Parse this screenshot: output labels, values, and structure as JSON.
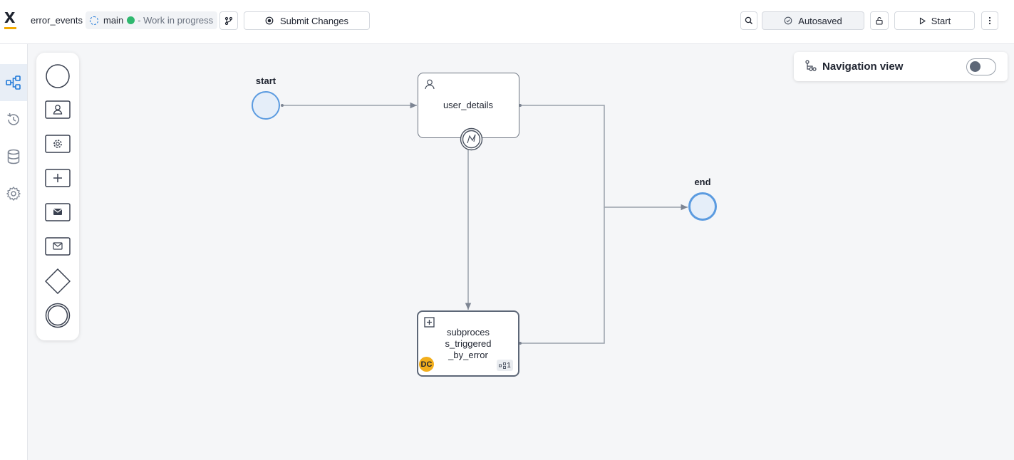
{
  "header": {
    "process_name": "error_events",
    "branch_name": "main",
    "branch_status": "- Work in progress",
    "submit_label": "Submit Changes",
    "autosave_label": "Autosaved",
    "start_label": "Start"
  },
  "sidebar": {
    "items": [
      {
        "icon": "process-diagram-icon",
        "active": true
      },
      {
        "icon": "history-icon",
        "active": false
      },
      {
        "icon": "database-icon",
        "active": false
      },
      {
        "icon": "settings-icon",
        "active": false
      }
    ]
  },
  "palette": {
    "items": [
      "start-event-icon",
      "user-task-icon",
      "service-task-icon",
      "subprocess-icon",
      "send-message-icon",
      "receive-message-icon",
      "gateway-icon",
      "end-event-icon"
    ]
  },
  "diagram": {
    "start_label": "start",
    "end_label": "end",
    "user_task_label": "user_details",
    "subprocess_label_lines": [
      "subproces",
      "s_triggered",
      "_by_error"
    ],
    "subprocess_initials": "DC",
    "subprocess_count": "1"
  },
  "navigation_view": {
    "title": "Navigation view",
    "enabled": false
  },
  "colors": {
    "accent": "#1e78d8",
    "event_fill": "#e5eef9",
    "event_stroke": "#5b9be0",
    "status_green": "#2fb86f",
    "logo_yellow": "#f2a900",
    "initials_bg": "#f2ae1c"
  }
}
